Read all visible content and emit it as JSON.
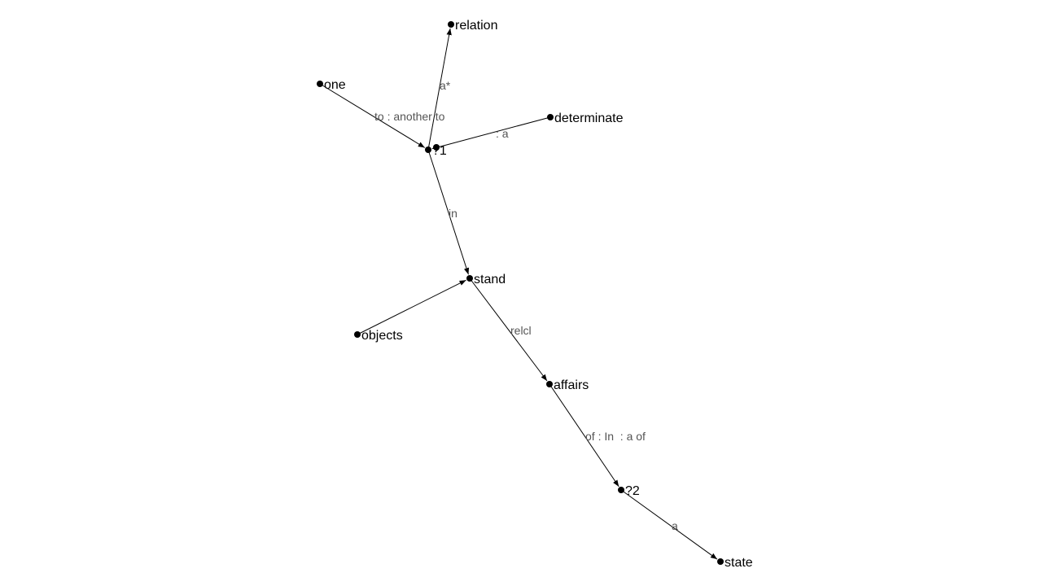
{
  "diagram": {
    "nodes": [
      {
        "id": "relation",
        "label": "relation"
      },
      {
        "id": "one",
        "label": "one"
      },
      {
        "id": "determinate",
        "label": "determinate"
      },
      {
        "id": "q1",
        "label": "?1"
      },
      {
        "id": "stand",
        "label": "stand"
      },
      {
        "id": "objects",
        "label": "objects"
      },
      {
        "id": "affairs",
        "label": "affairs"
      },
      {
        "id": "q2",
        "label": "?2"
      },
      {
        "id": "state",
        "label": "state"
      }
    ],
    "edges": [
      {
        "id": "e-q1-relation",
        "from": "q1",
        "to": "relation",
        "label": "a*"
      },
      {
        "id": "e-one-q1",
        "from": "one",
        "to": "q1",
        "label": "to : another to"
      },
      {
        "id": "e-determinate-q1",
        "from": "determinate",
        "to": "q1",
        "label": ": a"
      },
      {
        "id": "e-q1-stand",
        "from": "q1",
        "to": "stand",
        "label": "in"
      },
      {
        "id": "e-objects-stand",
        "from": "objects",
        "to": "stand",
        "label": ""
      },
      {
        "id": "e-stand-affairs",
        "from": "stand",
        "to": "affairs",
        "label": "relcl"
      },
      {
        "id": "e-affairs-q2",
        "from": "affairs",
        "to": "q2",
        "label": "of : In  : a of"
      },
      {
        "id": "e-q2-state",
        "from": "q2",
        "to": "state",
        "label": "a"
      }
    ]
  }
}
